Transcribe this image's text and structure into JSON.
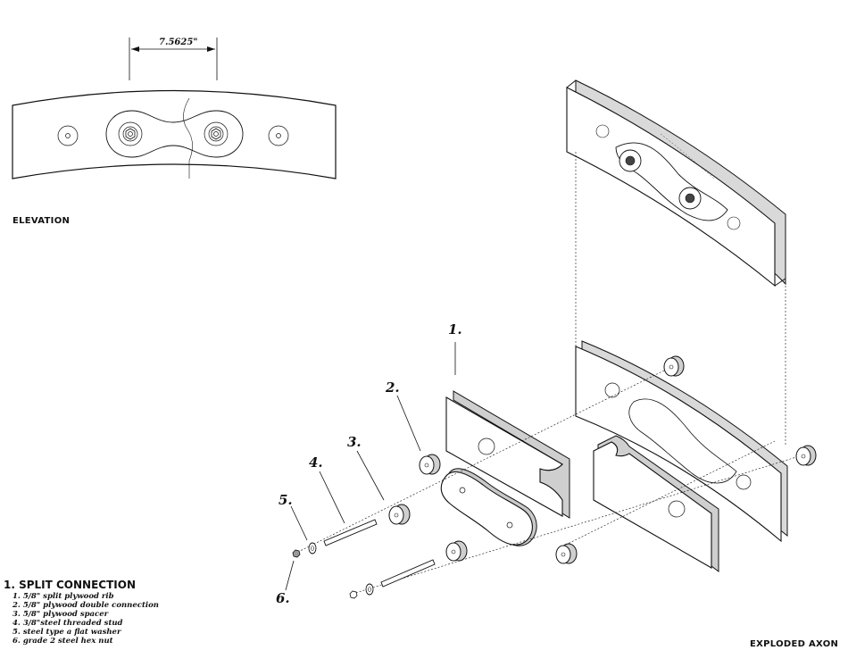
{
  "dimension": {
    "value": "7.5625\""
  },
  "captions": {
    "elevation": "ELEVATION",
    "axon": "EXPLODED AXON"
  },
  "callouts": [
    "1.",
    "2.",
    "3.",
    "4.",
    "5.",
    "6."
  ],
  "legend": {
    "title": "1. SPLIT CONNECTION",
    "items": [
      "1. 5/8\" split plywood rib",
      "2. 5/8\" plywood double connection",
      "3. 5/8\" plywood spacer",
      "4. 3/8\"steel threaded stud",
      "5. steel type a flat washer",
      "6. grade 2 steel hex nut"
    ]
  }
}
